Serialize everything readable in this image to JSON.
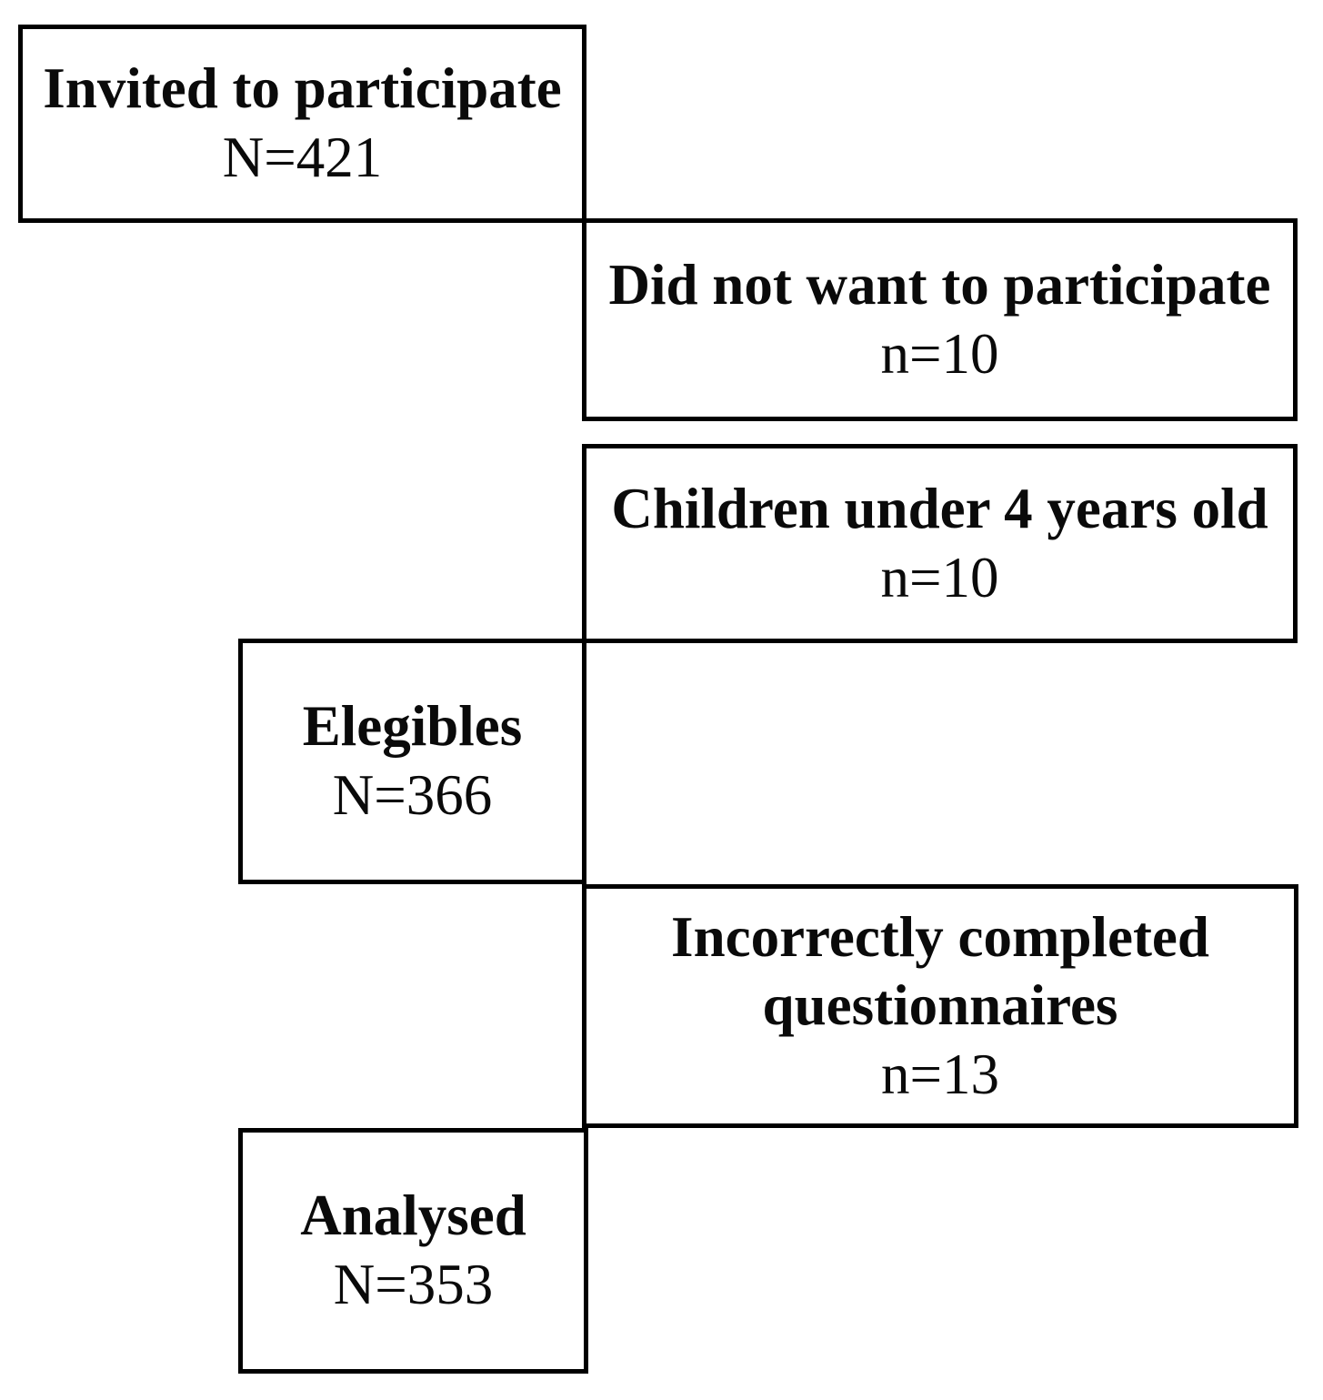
{
  "figure": {
    "type": "participant-flow-diagram",
    "background_color": "#ffffff",
    "border_color": "#000000",
    "text_color": "#0a0a0a",
    "boxes": [
      {
        "id": "invited",
        "title": "Invited to participate",
        "count": "N=421"
      },
      {
        "id": "declined",
        "title": "Did not want to participate",
        "count": "n=10"
      },
      {
        "id": "under4",
        "title": "Children under 4 years old",
        "count": "n=10"
      },
      {
        "id": "eligible",
        "title": "Elegibles",
        "count": "N=366"
      },
      {
        "id": "incorrect",
        "title": "Incorrectly completed questionnaires",
        "count": "n=13"
      },
      {
        "id": "analysed",
        "title": "Analysed",
        "count": "N=353"
      }
    ]
  }
}
